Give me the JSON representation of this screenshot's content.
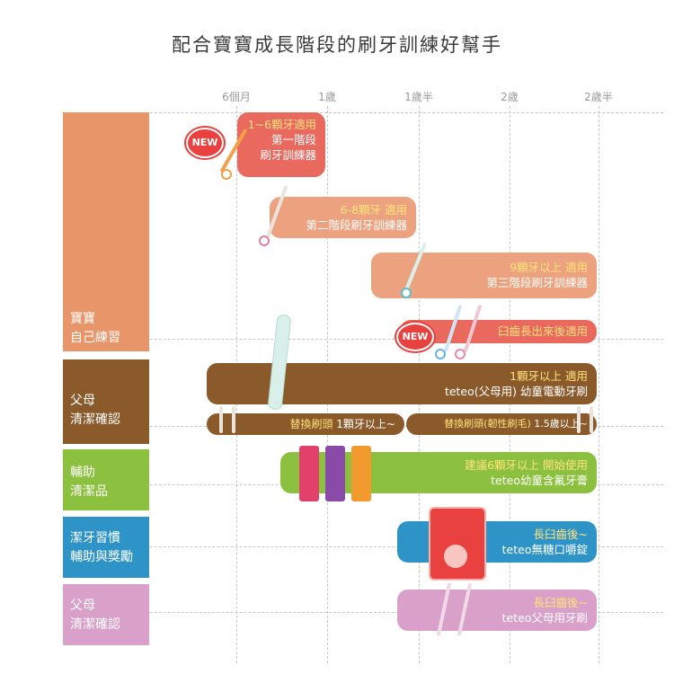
{
  "title": "配合寶寶成長階段的刷牙訓練好幫手",
  "stages": [
    "6個月",
    "1歲",
    "1歲半",
    "2歲",
    "2歲半"
  ],
  "categories": [
    {
      "line1": "寶寶",
      "line2": "自己練習",
      "color": "#e8956a"
    },
    {
      "line1": "父母",
      "line2": "清潔確認",
      "color": "#8a5a2b"
    },
    {
      "line1": "輔助",
      "line2": "清潔品",
      "color": "#8cc13f"
    },
    {
      "line1": "潔牙習慣",
      "line2": "輔助與獎勵",
      "color": "#2e93c7"
    },
    {
      "line1": "父母",
      "line2": "清潔確認",
      "color": "#d9a0c9"
    }
  ],
  "badges": {
    "new1": "NEW",
    "new2": "NEW"
  },
  "bars": {
    "stage1": {
      "highlight": "1~6顆牙適用",
      "line2": "第一階段",
      "line3": "刷牙訓練器",
      "color": "#e9695f"
    },
    "stage2": {
      "highlight": "6-8顆牙 適用",
      "line2": "第二階段刷牙訓練器",
      "color": "#eda27f"
    },
    "stage3": {
      "highlight": "9顆牙以上 適用",
      "line2": "第三階段刷牙訓練器",
      "color": "#eda27f"
    },
    "molar": {
      "highlight": "臼齒長出來後適用",
      "color": "#e9695f"
    },
    "electric": {
      "highlight": "1顆牙以上 適用",
      "line2": "teteo(父母用) 幼童電動牙刷",
      "color": "#8a5a2b"
    },
    "head1": {
      "highlight": "替換刷頭",
      "line2": "1顆牙以上~",
      "color": "#8a5a2b"
    },
    "head2": {
      "highlight": "替換刷頭(韌性刷毛)",
      "line2": "1.5歲以上~",
      "color": "#8a5a2b"
    },
    "toothpaste": {
      "highlight": "建議6顆牙以上 開始使用",
      "line2": "teteo幼童含氟牙膏",
      "color": "#8cc13f"
    },
    "tablet": {
      "highlight": "長臼齒後~",
      "line2": "teteo無糖口嚼錠",
      "color": "#2e93c7"
    },
    "parentbrush": {
      "highlight": "長臼齒後~",
      "line2": "teteo父母用牙刷",
      "color": "#d9a0c9"
    }
  },
  "colors": {
    "grid": "#c8c8c8",
    "highlight": "#ffe37a"
  }
}
